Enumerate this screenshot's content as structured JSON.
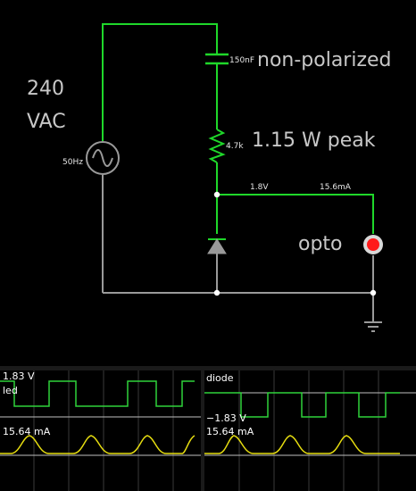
{
  "circuit": {
    "source_label_top": "240",
    "source_label_bottom": "VAC",
    "source_freq": "50Hz",
    "cap_value": "150nF",
    "cap_note": "non-polarized",
    "res_value": "4.7k",
    "res_note": "1.15 W peak",
    "voltage_readout": "1.8V",
    "current_readout": "15.6mA",
    "led_label": "opto"
  },
  "scopes": [
    {
      "voltage_text": "1.83 V",
      "name_text": "led",
      "current_text": "15.64 mA"
    },
    {
      "name_text": "diode",
      "voltage_text": "−1.83 V",
      "current_text": "15.64 mA"
    }
  ],
  "colors": {
    "wire_active": "#1fd82a",
    "wire_inactive": "#9a9a9a",
    "led_on": "#ff1a1a",
    "trace_voltage": "#2fd33a",
    "trace_current": "#e6dd10"
  }
}
